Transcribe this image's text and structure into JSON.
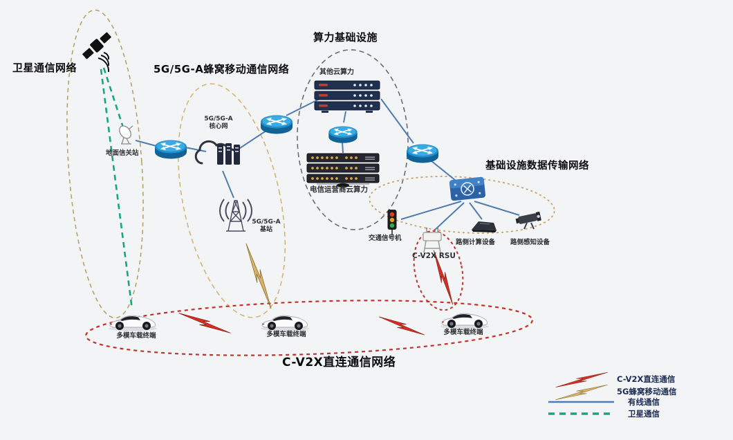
{
  "diagram": {
    "sections": {
      "satellite_network": "卫星通信网络",
      "cellular_network": "5G/5G-A蜂窝移动通信网络",
      "computing_infrastructure": "算力基础设施",
      "infrastructure_data_network": "基础设施数据传输网络",
      "cv2x_network": "C-V2X直连通信网络"
    },
    "nodes": {
      "ground_station": "地面信关站",
      "core_network": {
        "line1": "5G/5G-A",
        "line2": "核心网"
      },
      "base_station": {
        "line1": "5G/5G-A",
        "line2": "基站"
      },
      "other_cloud": "其他云算力",
      "telecom_cloud": "电信运营商云算力",
      "traffic_signal": "交通信号机",
      "rsu": "C-V2X RSU",
      "roadside_computing": "路侧计算设备",
      "roadside_perception": "路侧感知设备"
    },
    "vehicles": [
      {
        "label": "多模车载终端"
      },
      {
        "label": "多模车载终端"
      },
      {
        "label": "多模车载终端"
      }
    ]
  },
  "legend": {
    "items": [
      {
        "icon": "cv2x-lightning-icon",
        "label": "C-V2X直连通信",
        "color": "#d23127"
      },
      {
        "icon": "cellular-lightning-icon",
        "label": "5G蜂窝移动通信",
        "color": "#d8b266"
      },
      {
        "icon": "wired-line-icon",
        "label": "有线通信",
        "color": "#4a7db8"
      },
      {
        "icon": "satellite-line-icon",
        "label": "卫星通信",
        "color": "#17a581"
      }
    ]
  },
  "colors": {
    "background": "#f3f4f6",
    "cv2x_red": "#d23127",
    "cellular_gold": "#d8b266",
    "wired_blue": "#4a7db8",
    "satellite_teal": "#17a581"
  }
}
